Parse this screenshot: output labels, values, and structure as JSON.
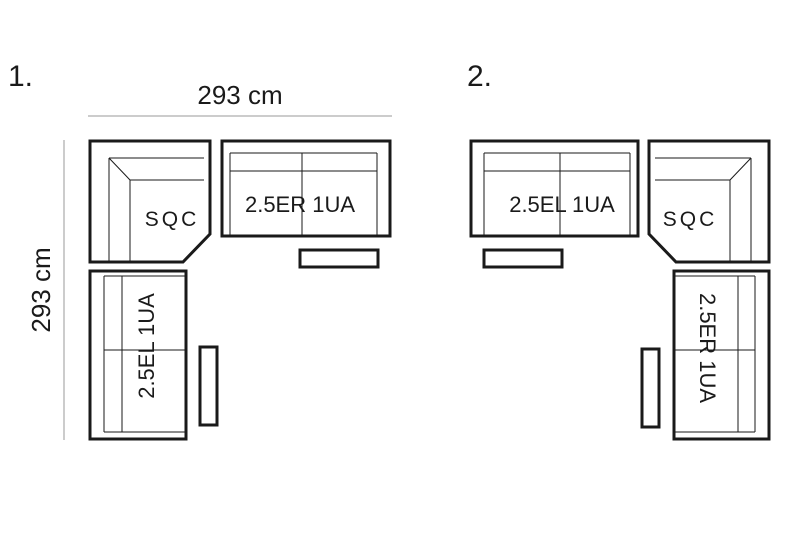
{
  "figure": {
    "stroke_color": "#1a1a1a",
    "dimension_color": "#9a9a9a",
    "background": "#ffffff"
  },
  "layout_1": {
    "number": "1.",
    "width_label": "293 cm",
    "height_label": "293 cm",
    "corner_module": "SQC",
    "right_module": "2.5ER 1UA",
    "lower_module": "2.5EL 1UA"
  },
  "layout_2": {
    "number": "2.",
    "corner_module": "SQC",
    "left_module": "2.5EL 1UA",
    "lower_module": "2.5ER 1UA"
  }
}
